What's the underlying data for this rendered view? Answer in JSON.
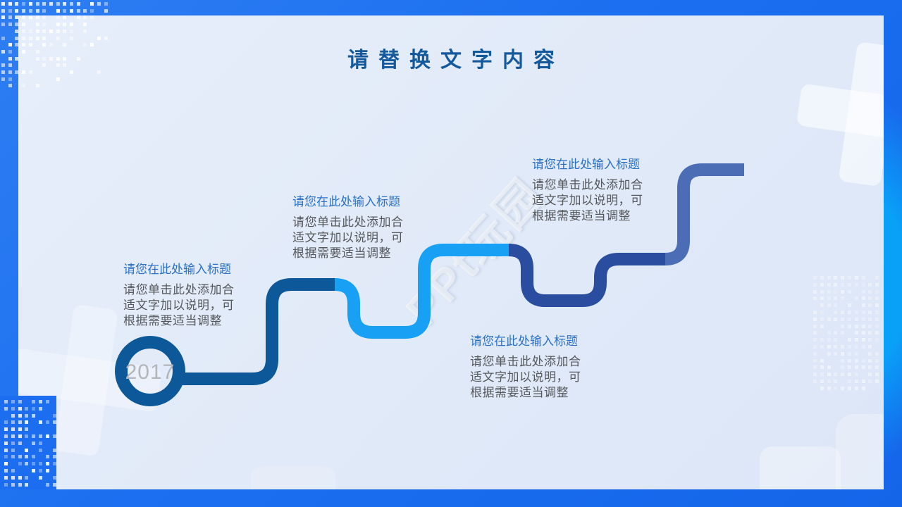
{
  "slide": {
    "title": "请替换文字内容",
    "watermark": "PPt玩园",
    "year": "2017"
  },
  "colors": {
    "frame_blue": "#1b6ef0",
    "frame_azure": "#09a0f8",
    "panel_bg": "#e1eaf8",
    "title_text": "#15599d",
    "block_title_text": "#2b71c6",
    "body_text": "#55585c",
    "year_text": "#b2b6bb",
    "segment_1": "#0d5899",
    "segment_2": "#17a0f4",
    "segment_3": "#2a4d9f",
    "segment_4": "#4b6db5"
  },
  "blocks": [
    {
      "title": "请您在此处输入标题",
      "lines": [
        "请您单击此处添加合",
        "适文字加以说明，可",
        "根据需要适当调整"
      ]
    },
    {
      "title": "请您在此处输入标题",
      "lines": [
        "请您单击此处添加合",
        "适文字加以说明，可",
        "根据需要适当调整"
      ]
    },
    {
      "title": "请您在此处输入标题",
      "lines": [
        "请您单击此处添加合",
        "适文字加以说明，可",
        "根据需要适当调整"
      ]
    },
    {
      "title": "请您在此处输入标题",
      "lines": [
        "请您单击此处添加合",
        "适文字加以说明，可",
        "根据需要适当调整"
      ]
    }
  ]
}
